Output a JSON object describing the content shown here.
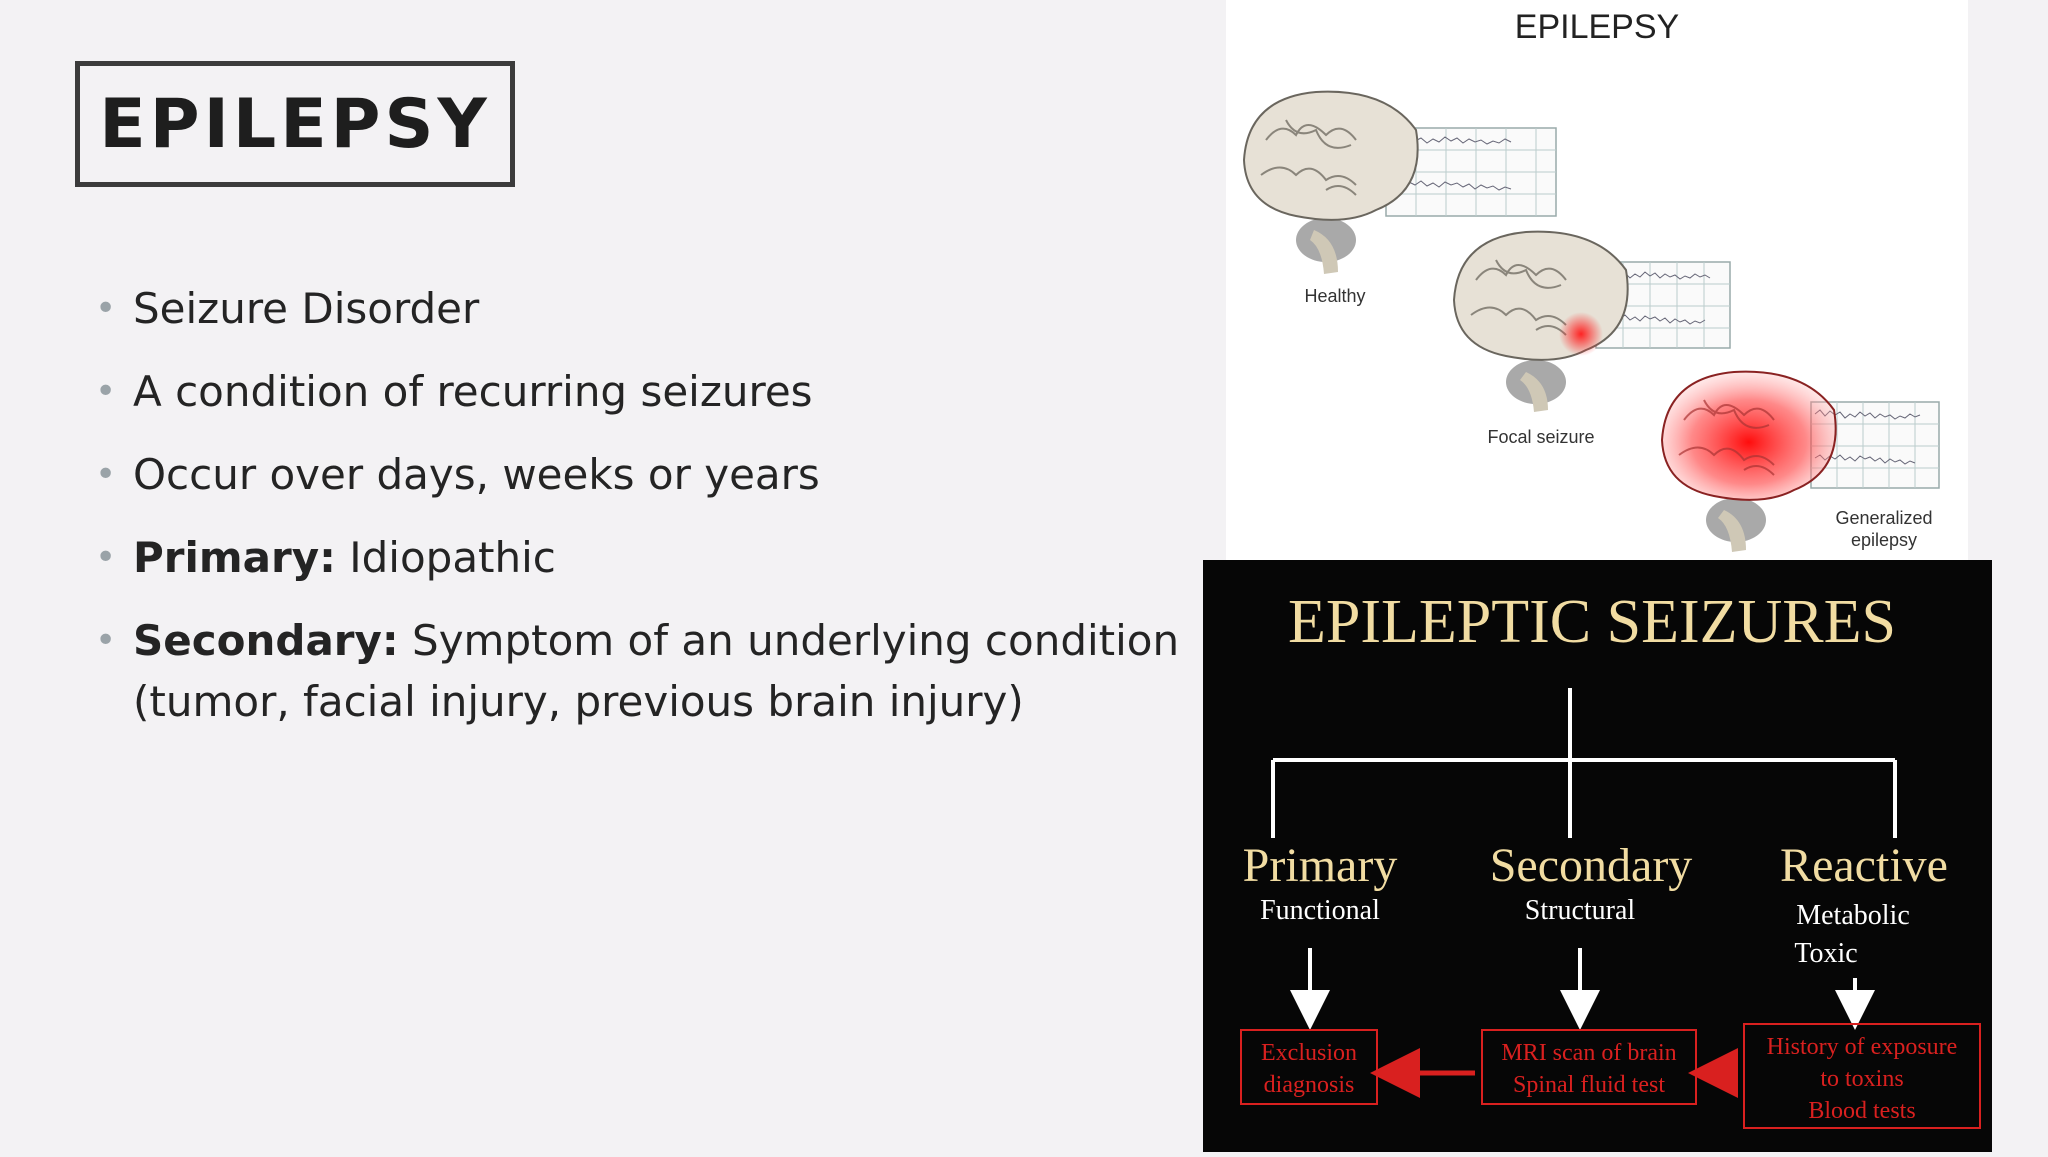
{
  "slide": {
    "title": "EPILEPSY",
    "bullets": [
      {
        "bold": "",
        "text": "Seizure Disorder"
      },
      {
        "bold": "",
        "text": "A condition of recurring seizures"
      },
      {
        "bold": "",
        "text": "Occur over days, weeks or years"
      },
      {
        "bold": "Primary:",
        "text": " Idiopathic"
      },
      {
        "bold": "Secondary:",
        "text": " Symptom of an underlying condition (tumor, facial injury, previous brain injury)"
      }
    ]
  },
  "top_image": {
    "title": "EPILEPSY",
    "labels": {
      "healthy": "Healthy",
      "focal": "Focal seizure",
      "generalized_line1": "Generalized",
      "generalized_line2": "epilepsy"
    }
  },
  "bottom_image": {
    "title": "EPILEPTIC SEIZURES",
    "branches": [
      {
        "name": "Primary",
        "sub1": "Functional",
        "sub2": ""
      },
      {
        "name": "Secondary",
        "sub1": "Structural",
        "sub2": ""
      },
      {
        "name": "Reactive",
        "sub1": "Metabolic",
        "sub2": "Toxic"
      }
    ],
    "boxes": [
      {
        "line1": "Exclusion",
        "line2": "diagnosis",
        "line3": ""
      },
      {
        "line1": "MRI scan of brain",
        "line2": "Spinal fluid test",
        "line3": ""
      },
      {
        "line1": "History of exposure",
        "line2": "to toxins",
        "line3": "Blood tests"
      }
    ],
    "colors": {
      "gold": "#f1dca2",
      "red": "#d9201f",
      "white": "#ffffff"
    }
  }
}
